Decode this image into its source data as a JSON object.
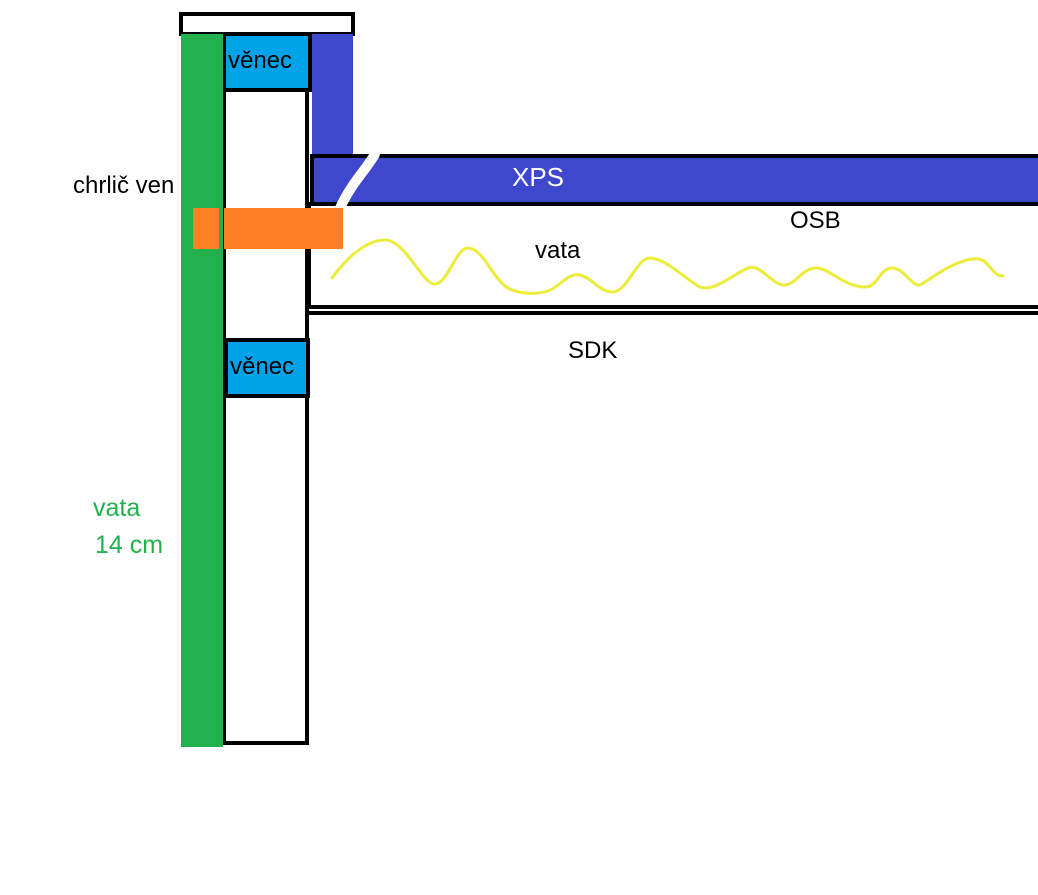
{
  "labels": {
    "venec_top": "věnec",
    "venec_bottom": "věnec",
    "chrlic": "chrlič ven",
    "xps": "XPS",
    "osb": "OSB",
    "vata_ceiling": "vata",
    "sdk": "SDK",
    "vata_wall_line1": "vata",
    "vata_wall_line2": "14 cm"
  },
  "colors": {
    "insulation_wall": "#22b14c",
    "venec": "#00a2e8",
    "xps": "#3f48cc",
    "chrlic": "#ff7f27",
    "vata_line": "#ecec3a",
    "outline": "#000000",
    "background": "#ffffff"
  }
}
